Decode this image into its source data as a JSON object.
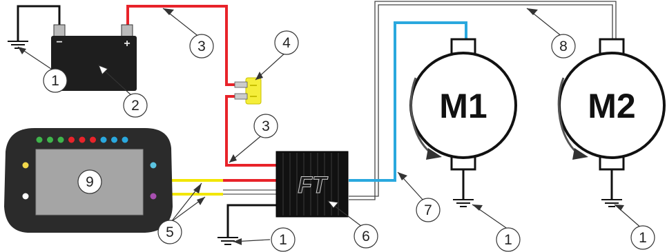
{
  "diagram": {
    "callouts": {
      "ground": "1",
      "battery": "2",
      "power_wire": "3",
      "fuse": "4",
      "can_wires": "5",
      "controller": "6",
      "signal_wire": "7",
      "control_wire": "8",
      "display": "9"
    },
    "motor1_label": "M1",
    "motor2_label": "M2",
    "battery_plus": "+",
    "battery_minus": "−",
    "controller_logo": "FT"
  },
  "colors": {
    "power": "#e8232a",
    "signal": "#2aa8de",
    "can": "#f2e600",
    "ground": "#111111",
    "fuse": "#f5ee3a",
    "display_body": "#2b2b2b",
    "display_screen": "#a5a5a5"
  },
  "leds": {
    "top_row": [
      "#3fb44b",
      "#3fb44b",
      "#3fb44b",
      "#e8232a",
      "#e8232a",
      "#e8232a",
      "#2aa8de",
      "#2aa8de",
      "#2aa8de"
    ],
    "left": [
      "#f2d84b",
      "#ffffff"
    ],
    "right": [
      "#5bc3e0",
      "#a84fb0"
    ]
  }
}
